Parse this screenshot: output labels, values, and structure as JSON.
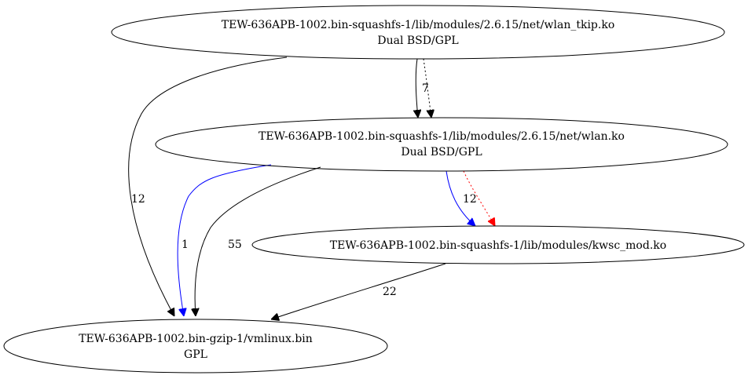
{
  "nodes": [
    {
      "id": "wlan_tkip",
      "line1": "TEW-636APB-1002.bin-squashfs-1/lib/modules/2.6.15/net/wlan_tkip.ko",
      "line2": "Dual BSD/GPL"
    },
    {
      "id": "wlan",
      "line1": "TEW-636APB-1002.bin-squashfs-1/lib/modules/2.6.15/net/wlan.ko",
      "line2": "Dual BSD/GPL"
    },
    {
      "id": "kwsc_mod",
      "line1": "TEW-636APB-1002.bin-squashfs-1/lib/modules/kwsc_mod.ko",
      "line2": ""
    },
    {
      "id": "vmlinux",
      "line1": "TEW-636APB-1002.bin-gzip-1/vmlinux.bin",
      "line2": "GPL"
    }
  ],
  "edges": [
    {
      "from": "wlan_tkip",
      "to": "wlan",
      "label": "",
      "color": "#000000",
      "style": "solid"
    },
    {
      "from": "wlan_tkip",
      "to": "wlan",
      "label": "7",
      "color": "#000000",
      "style": "dotted"
    },
    {
      "from": "wlan_tkip",
      "to": "vmlinux",
      "label": "12",
      "color": "#000000",
      "style": "solid"
    },
    {
      "from": "wlan",
      "to": "vmlinux",
      "label": "1",
      "color": "#0000ff",
      "style": "solid"
    },
    {
      "from": "wlan",
      "to": "vmlinux",
      "label": "55",
      "color": "#000000",
      "style": "solid"
    },
    {
      "from": "wlan",
      "to": "kwsc_mod",
      "label": "12",
      "color": "#0000ff",
      "style": "solid"
    },
    {
      "from": "wlan",
      "to": "kwsc_mod",
      "label": "",
      "color": "#ff0000",
      "style": "dotted"
    },
    {
      "from": "kwsc_mod",
      "to": "vmlinux",
      "label": "22",
      "color": "#000000",
      "style": "solid"
    }
  ]
}
